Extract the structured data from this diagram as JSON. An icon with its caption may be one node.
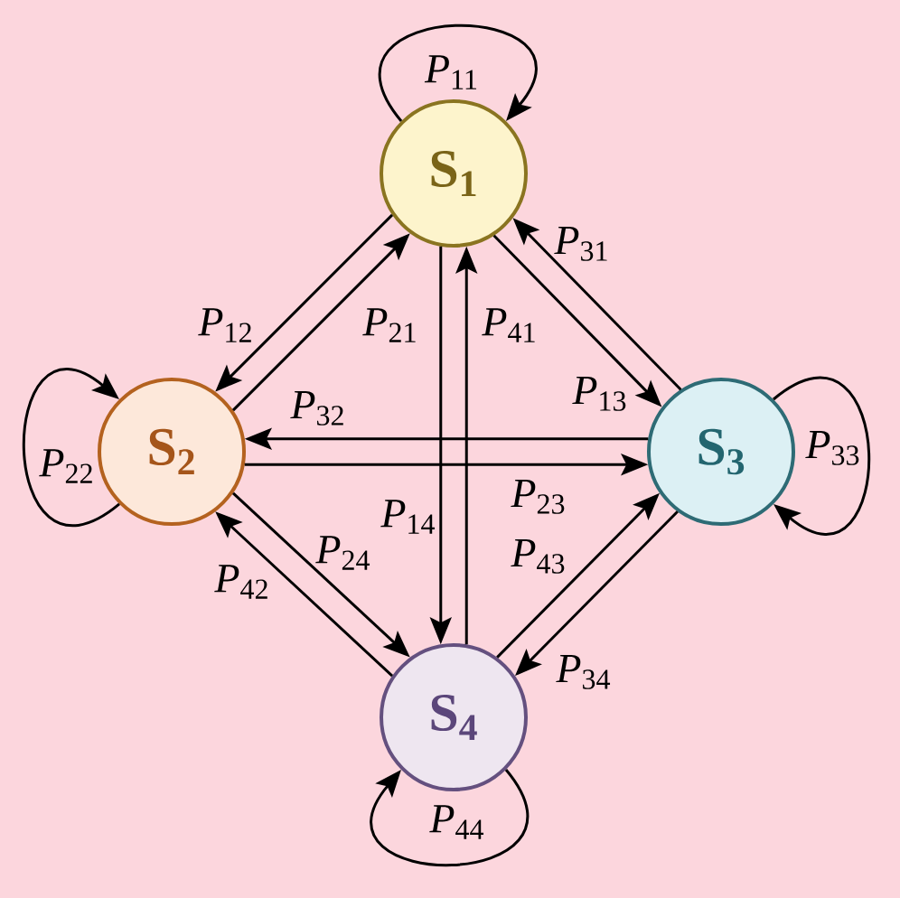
{
  "diagram": {
    "nodes": [
      {
        "text": [
          "S$_{1}$"
        ]
      },
      {
        "text": [
          "S$_{2}$"
        ]
      },
      {
        "text": [
          "S$_{3}$"
        ]
      },
      {
        "text": [
          "S$_{4}$"
        ]
      }
    ],
    "edges": [
      {
        "from": 0,
        "to": 0,
        "arrow": "to",
        "label": "*P*$_{11}$"
      },
      {
        "from": 0,
        "to": 1,
        "arrow": "to",
        "label": "*P*$_{12}$"
      },
      {
        "from": 1,
        "to": 0,
        "arrow": "to",
        "label": "*P*$_{21}$"
      },
      {
        "from": 0,
        "to": 2,
        "arrow": "to",
        "label": "*P*$_{13}$"
      },
      {
        "from": 2,
        "to": 0,
        "arrow": "to",
        "label": "*P*$_{31}$"
      },
      {
        "from": 0,
        "to": 3,
        "arrow": "to",
        "label": "*P*$_{14}$"
      },
      {
        "from": 3,
        "to": 0,
        "arrow": "to",
        "label": "*P*$_{41}$"
      },
      {
        "from": 1,
        "to": 1,
        "arrow": "to",
        "label": "*P*$_{22}$"
      },
      {
        "from": 1,
        "to": 2,
        "arrow": "to",
        "label": "*P*$_{23}$"
      },
      {
        "from": 2,
        "to": 1,
        "arrow": "to",
        "label": "*P*$_{32}$"
      },
      {
        "from": 1,
        "to": 3,
        "arrow": "to",
        "label": "*P*$_{24}$"
      },
      {
        "from": 3,
        "to": 1,
        "arrow": "to",
        "label": "*P*$_{42}$"
      },
      {
        "from": 2,
        "to": 2,
        "arrow": "to",
        "label": "*P*$_{33}$"
      },
      {
        "from": 2,
        "to": 3,
        "arrow": "to",
        "label": "*P*$_{34}$"
      },
      {
        "from": 3,
        "to": 2,
        "arrow": "to",
        "label": "*P*$_{43}$"
      },
      {
        "from": 3,
        "to": 3,
        "arrow": "to",
        "label": "*P*$_{44}$"
      }
    ]
  }
}
